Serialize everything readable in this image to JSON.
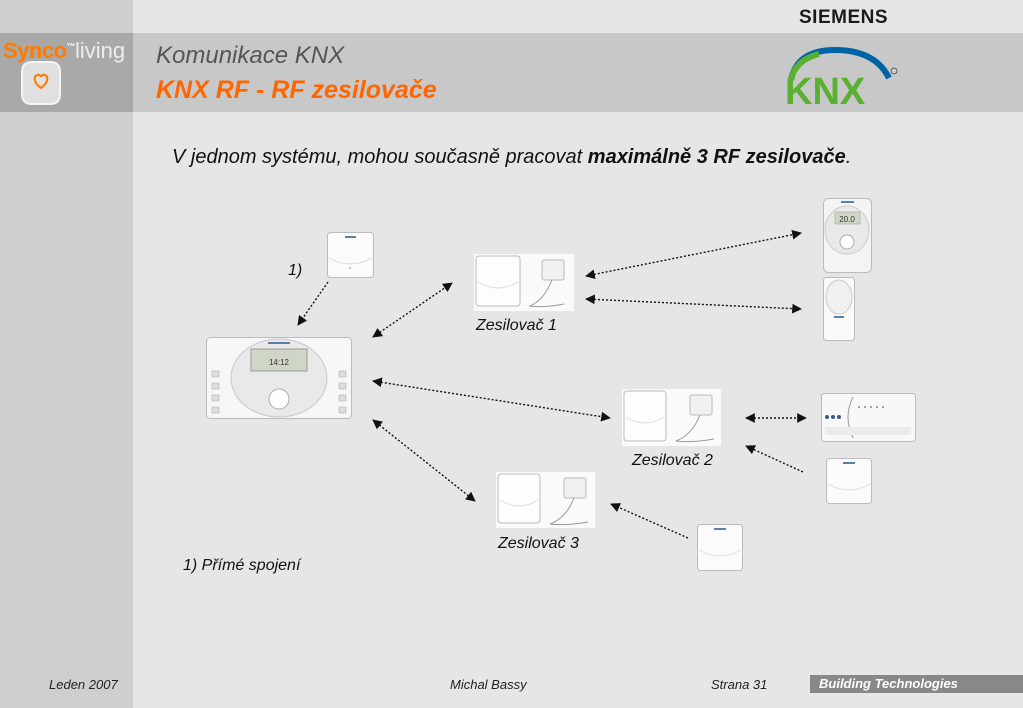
{
  "header": {
    "brand": "SIEMENS",
    "title": "Komunikace KNX",
    "subtitle": "KNX RF - RF zesilovače",
    "synco_brand": "Synco",
    "synco_tm": "™",
    "synco_living": "living",
    "knx_logo": "KNX"
  },
  "intro": {
    "text_before": "V jednom systému, mohou současně pracovat ",
    "text_bold": "maximálně 3 RF zesilovače",
    "text_after": "."
  },
  "diagram": {
    "repeater1": "Zesilovač 1",
    "repeater2": "Zesilovač 2",
    "repeater3": "Zesilovač 3",
    "direct_marker": "1)",
    "central_display_time": "14:12",
    "thermostat_display": "20.0"
  },
  "footnote": "1) Přímé spojení",
  "footer": {
    "date": "Leden 2007",
    "author": "Michal Bassy",
    "page": "Strana 31",
    "division": "Building Technologies"
  },
  "colors": {
    "accent": "#ff6600",
    "knx_green": "#5ab031",
    "knx_blue": "#0062a7"
  }
}
